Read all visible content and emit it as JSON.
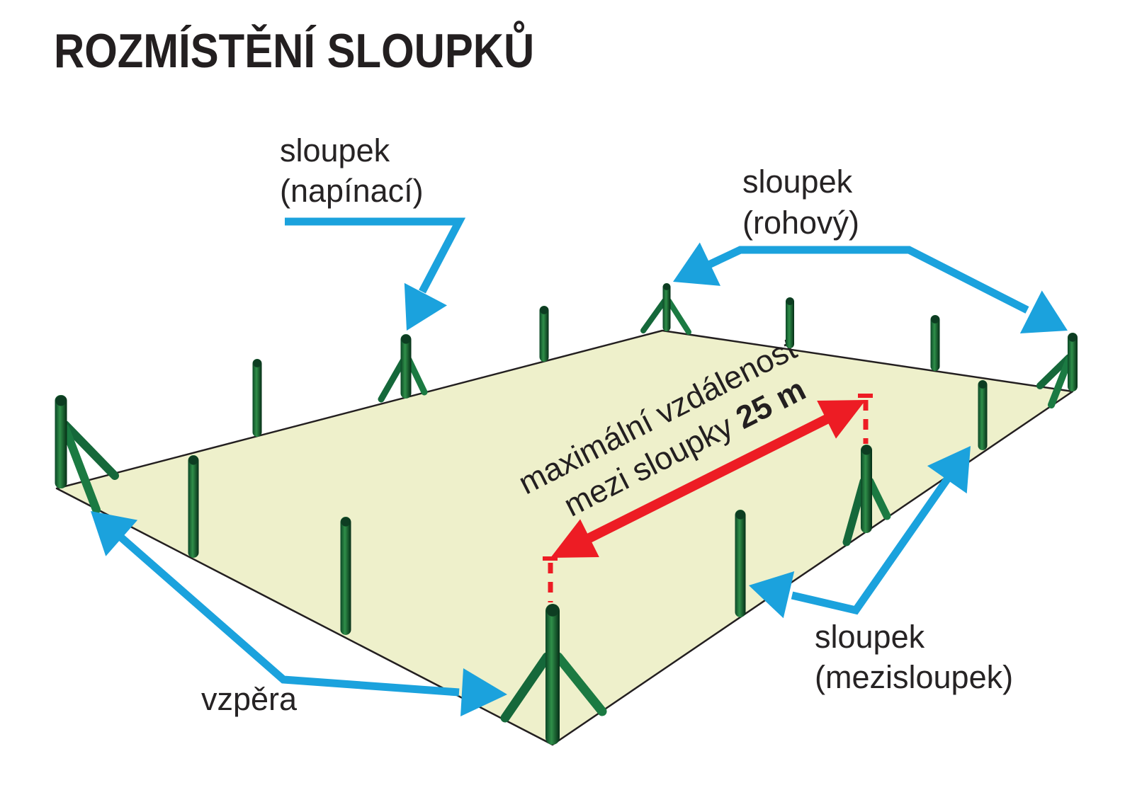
{
  "title": "ROZMÍSTĚNÍ SLOUPKŮ",
  "diagram": {
    "labels": {
      "napinaci": {
        "line1": "sloupek",
        "line2": "(napínací)"
      },
      "rohovy": {
        "line1": "sloupek",
        "line2": "(rohový)"
      },
      "vzpera": {
        "text": "vzpěra"
      },
      "mezisloupek": {
        "line1": "sloupek",
        "line2": "(mezisloupek)"
      }
    },
    "distance_annotation": {
      "line1": "maximální vzdálenost",
      "line2_prefix": "mezi sloupky ",
      "line2_value": "25 m"
    },
    "colors": {
      "arrow_blue": "#1ba2dd",
      "arrow_red": "#ed1c24",
      "field_fill": "#eef0cb",
      "field_outline": "#231f20",
      "post_green_light": "#2f8f49",
      "post_green_dark": "#0a4423",
      "text": "#231f20",
      "background": "#ffffff"
    }
  }
}
